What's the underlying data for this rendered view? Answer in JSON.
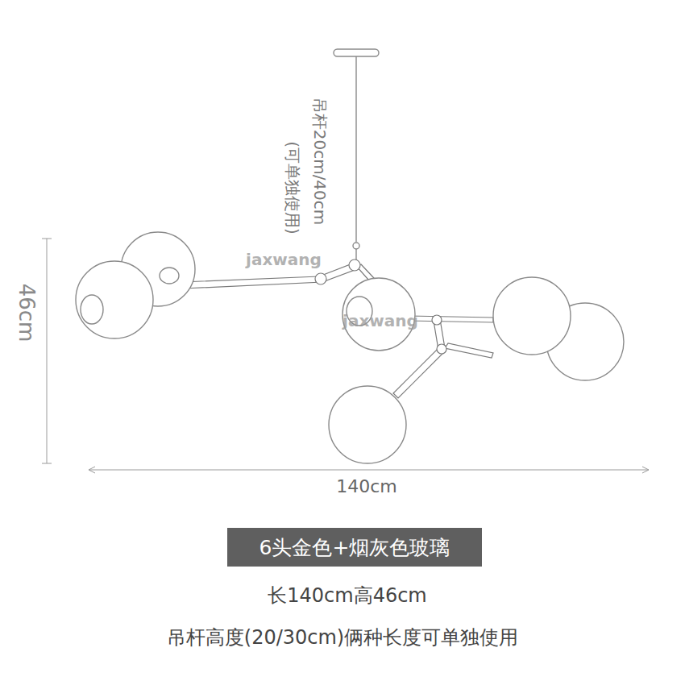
{
  "diagram": {
    "nodes": [
      {
        "text": [
          "6头金色+烟灰色玻璃"
        ]
      }
    ],
    "labels": [
      "吊杆20cm/40cm",
      "(可单独使用)",
      "jaxwang",
      "jaxwang",
      "46cm",
      "140cm",
      "长140cm高46cm",
      "吊杆高度(20/30cm)俩种长度可单独使用"
    ]
  }
}
